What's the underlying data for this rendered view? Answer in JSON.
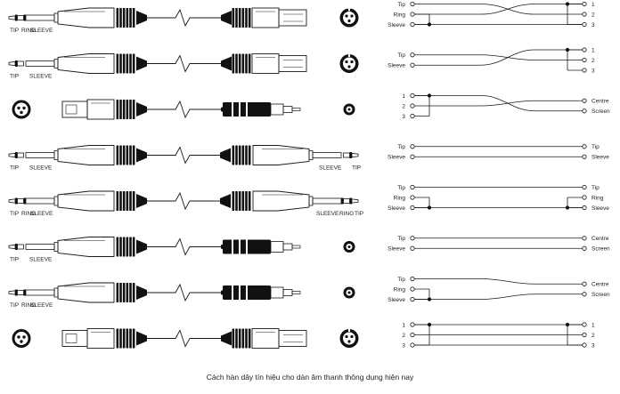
{
  "caption": "Cách hàn dây tín hiệu cho dàn âm thanh thông dụng hiện nay",
  "rows": [
    {
      "left": {
        "type": "trs",
        "labels": [
          "TIP",
          "RING",
          "SLEEVE"
        ]
      },
      "right": {
        "type": "xlr_male",
        "labels": []
      },
      "end_icon": "xlr-male",
      "wiring": {
        "left": [
          "Tip",
          "Ring",
          "Sleeve"
        ],
        "right": [
          "1",
          "2",
          "3"
        ],
        "lines": [
          [
            0,
            1
          ],
          [
            1,
            0
          ],
          [
            2,
            2
          ]
        ],
        "left_dots": [
          2
        ],
        "right_dots": [
          0
        ],
        "left_links": [
          [
            1,
            2
          ]
        ],
        "right_links": [
          [
            0,
            2
          ]
        ]
      }
    },
    {
      "left": {
        "type": "ts",
        "labels": [
          "TIP",
          "SLEEVE"
        ]
      },
      "right": {
        "type": "xlr_male",
        "labels": []
      },
      "end_icon": "xlr-male",
      "wiring": {
        "left": [
          "Tip",
          "Sleeve"
        ],
        "right": [
          "1",
          "2",
          "3"
        ],
        "lines": [
          [
            0,
            1
          ],
          [
            1,
            0
          ]
        ],
        "left_dots": [],
        "right_dots": [
          0
        ],
        "left_links": [],
        "right_links": [
          [
            0,
            2
          ]
        ]
      }
    },
    {
      "left": {
        "type": "xlr_female",
        "labels": []
      },
      "right": {
        "type": "rca",
        "labels": []
      },
      "start_icon": "xlr-female",
      "end_icon": "rca",
      "wiring": {
        "left": [
          "1",
          "2",
          "3"
        ],
        "right": [
          "Centre",
          "Screen"
        ],
        "lines": [
          [
            0,
            1
          ],
          [
            1,
            0
          ]
        ],
        "left_dots": [
          0
        ],
        "right_dots": [],
        "left_links": [
          [
            0,
            2
          ]
        ],
        "right_links": []
      }
    },
    {
      "left": {
        "type": "ts",
        "labels": [
          "TIP",
          "SLEEVE"
        ]
      },
      "right": {
        "type": "ts_r",
        "labels": [
          "SLEEVE",
          "TIP"
        ]
      },
      "wiring": {
        "left": [
          "Tip",
          "Sleeve"
        ],
        "right": [
          "Tip",
          "Sleeve"
        ],
        "lines": [
          [
            0,
            0
          ],
          [
            1,
            1
          ]
        ],
        "left_dots": [],
        "right_dots": [],
        "left_links": [],
        "right_links": []
      }
    },
    {
      "left": {
        "type": "trs",
        "labels": [
          "TIP",
          "RING",
          "SLEEVE"
        ]
      },
      "right": {
        "type": "trs_r",
        "labels": [
          "SLEEVE",
          "RING",
          "TIP"
        ]
      },
      "wiring": {
        "left": [
          "Tip",
          "Ring",
          "Sleeve"
        ],
        "right": [
          "Tip",
          "Ring",
          "Sleeve"
        ],
        "lines": [
          [
            0,
            0
          ],
          [
            2,
            2
          ]
        ],
        "left_dots": [
          2
        ],
        "right_dots": [
          2
        ],
        "left_links": [
          [
            1,
            2
          ]
        ],
        "right_links": [
          [
            1,
            2
          ]
        ]
      }
    },
    {
      "left": {
        "type": "ts",
        "labels": [
          "TIP",
          "SLEEVE"
        ]
      },
      "right": {
        "type": "rca",
        "labels": []
      },
      "end_icon": "rca",
      "wiring": {
        "left": [
          "Tip",
          "Sleeve"
        ],
        "right": [
          "Centre",
          "Screen"
        ],
        "lines": [
          [
            0,
            0
          ],
          [
            1,
            1
          ]
        ],
        "left_dots": [],
        "right_dots": [],
        "left_links": [],
        "right_links": []
      }
    },
    {
      "left": {
        "type": "trs",
        "labels": [
          "TIP",
          "RING",
          "SLEEVE"
        ]
      },
      "right": {
        "type": "rca",
        "labels": []
      },
      "end_icon": "rca",
      "wiring": {
        "left": [
          "Tip",
          "Ring",
          "Sleeve"
        ],
        "right": [
          "Centre",
          "Screen"
        ],
        "lines": [
          [
            0,
            0
          ],
          [
            2,
            1
          ]
        ],
        "left_dots": [
          2
        ],
        "right_dots": [],
        "left_links": [
          [
            1,
            2
          ]
        ],
        "right_links": []
      }
    },
    {
      "left": {
        "type": "xlr_female",
        "labels": []
      },
      "right": {
        "type": "xlr_male",
        "labels": []
      },
      "start_icon": "xlr-female",
      "end_icon": "xlr-male",
      "wiring": {
        "left": [
          "1",
          "2",
          "3"
        ],
        "right": [
          "1",
          "2",
          "3"
        ],
        "lines": [
          [
            0,
            0
          ],
          [
            1,
            1
          ],
          [
            2,
            2
          ]
        ],
        "left_dots": [
          0
        ],
        "right_dots": [
          0
        ],
        "left_links": [
          [
            0,
            2
          ]
        ],
        "right_links": [
          [
            0,
            2
          ]
        ]
      }
    }
  ]
}
